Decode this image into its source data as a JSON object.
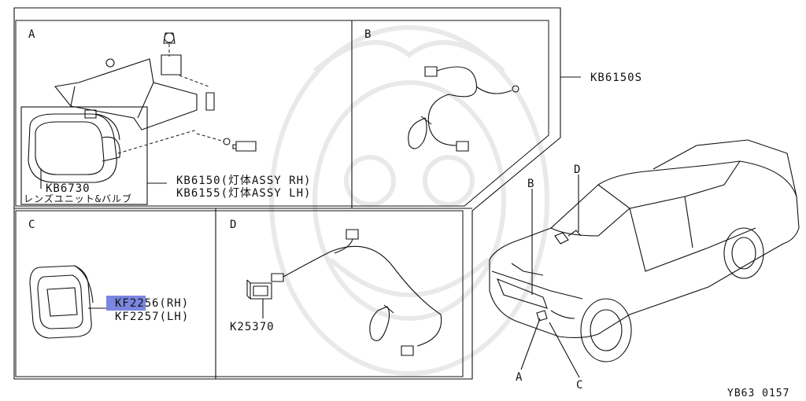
{
  "panels": {
    "a": "A",
    "b": "B",
    "c": "C",
    "d": "D"
  },
  "labels": {
    "assy_code": "KB6150S",
    "rh_assy": "KB6150(灯体ASSY RH)",
    "lh_assy": "KB6155(灯体ASSY LH)",
    "lens_code": "KB6730",
    "lens_desc": "レンズユニット&バルブ",
    "bezel_rh_highlight": "KF225",
    "bezel_rh_rest": "6(RH)",
    "bezel_lh": "KF2257(LH)",
    "switch_code": "K25370",
    "diagram_id": "YB63 0157"
  },
  "callouts": {
    "car_a": "A",
    "car_b": "B",
    "car_c": "C",
    "car_d": "D"
  },
  "colors": {
    "line": "#111111",
    "highlight": "#7a86e0",
    "watermark": "#e9e9e9"
  }
}
